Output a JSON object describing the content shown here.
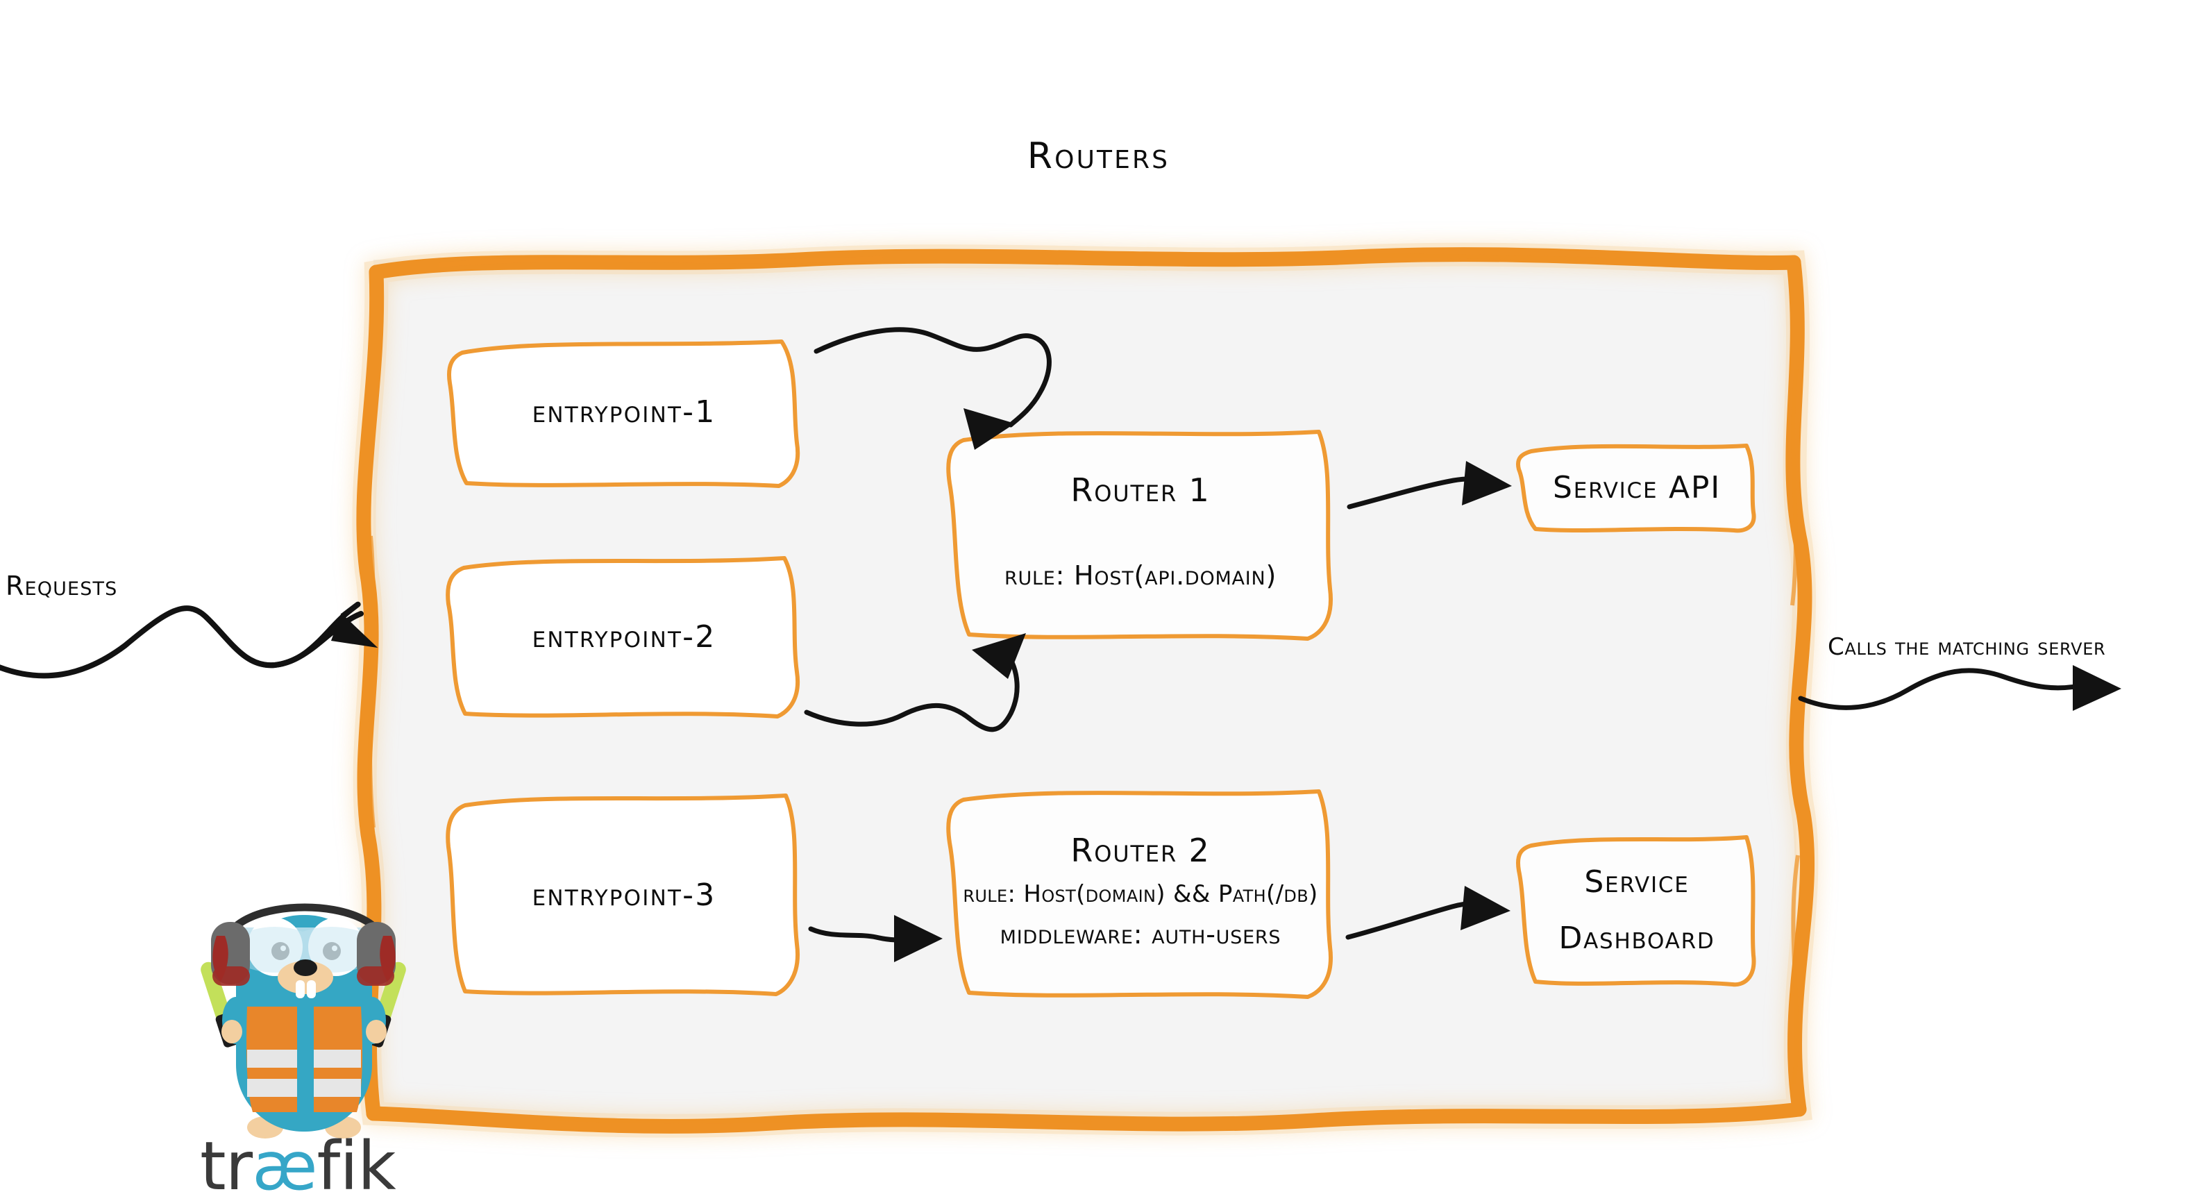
{
  "title": "Routers",
  "colors": {
    "brand_orange": "#ee9124",
    "panel_fill": "#f4f4f4",
    "ink": "#0d0d0d",
    "gopher_cyan": "#35a7c4",
    "vest_orange": "#e8862a",
    "wordmark_dark": "#3a3a3a",
    "wordmark_cyan": "#36a6c8"
  },
  "captions": {
    "requests": "Requests",
    "calls": "Calls the matching server"
  },
  "entrypoints": [
    {
      "label": "entrypoint-1"
    },
    {
      "label": "entrypoint-2"
    },
    {
      "label": "entrypoint-3"
    }
  ],
  "routers": [
    {
      "name": "Router 1",
      "lines": [
        "rule: Host(api.domain)"
      ]
    },
    {
      "name": "Router 2",
      "lines": [
        "rule: Host(domain) && Path(/db)",
        "middleware: auth-users"
      ]
    }
  ],
  "services": [
    {
      "line1": "Service API",
      "line2": ""
    },
    {
      "line1": "Service",
      "line2": "Dashboard"
    }
  ],
  "logo": {
    "wordmark_pre": "tr",
    "wordmark_ae": "æ",
    "wordmark_post": "fik"
  }
}
